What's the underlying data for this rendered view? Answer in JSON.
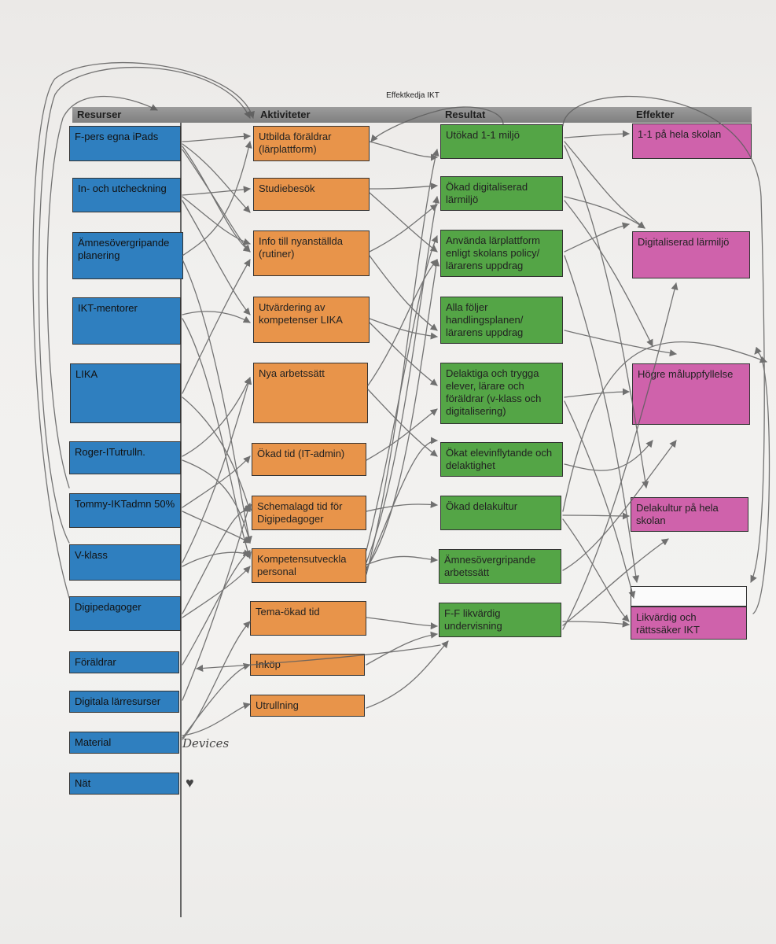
{
  "title": "Effektkedja IKT",
  "headers": {
    "resurser": "Resurser",
    "aktiviteter": "Aktiviteter",
    "resultat": "Resultat",
    "effekter": "Effekter"
  },
  "resurser": [
    "F-pers egna iPads",
    "In- och utcheckning",
    "Ämnesövergripande planering",
    "IKT-mentorer",
    "LIKA",
    "Roger-ITutrulln.",
    "Tommy-IKTadmn 50%",
    "V-klass",
    "Digipedagoger",
    "Föräldrar",
    "Digitala lärresurser",
    "Material",
    "Nät"
  ],
  "aktiviteter": [
    "Utbilda föräldrar (lärplattform)",
    "Studiebesök",
    "Info till nyanställda (rutiner)",
    "Utvärdering av kompetenser LIKA",
    "Nya arbetssätt",
    "Ökad tid (IT-admin)",
    "Schemalagd tid för Digipedagoger",
    "Kompetensutveckla personal",
    "Tema-ökad tid",
    "Inköp",
    "Utrullning"
  ],
  "resultat": [
    "Utökad 1-1 miljö",
    "Ökad digitaliserad lärmiljö",
    "Använda lärplattform enligt skolans policy/ lärarens uppdrag",
    "Alla följer handlingsplanen/ lärarens uppdrag",
    "Delaktiga och trygga elever, lärare och föräldrar (v-klass och digitalisering)",
    "Ökat elevinflytande och delaktighet",
    "Ökad delakultur",
    "Ämnesövergripande arbetssätt",
    "F-F likvärdig undervisning"
  ],
  "effekter": [
    "1-1 på hela skolan",
    "Digitaliserad lärmiljö",
    "Högre måluppfyllelse",
    "Delakultur på hela skolan",
    "",
    "Likvärdig och rättssäker IKT"
  ],
  "annotations": {
    "devices": "Devices",
    "heart": "♥"
  },
  "colors": {
    "resurser": "#2f7fbf",
    "aktiviteter": "#e8944a",
    "resultat": "#54a546",
    "effekter": "#cf62ab",
    "header": "#8c8c8c",
    "pencil": "#555555"
  }
}
